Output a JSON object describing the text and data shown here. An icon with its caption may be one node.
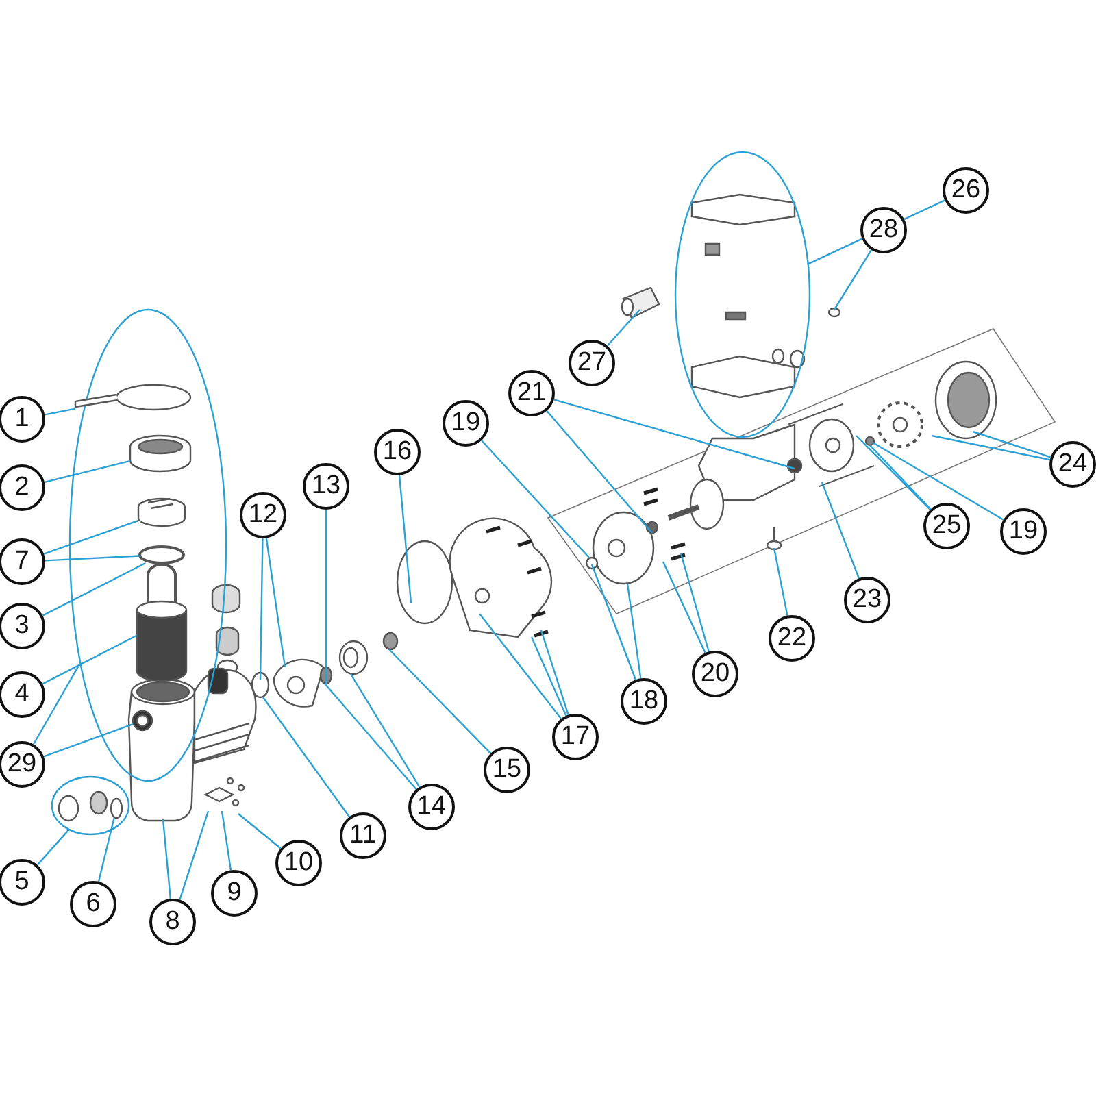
{
  "diagram": {
    "nodes": [
      {
        "text": [
          "1"
        ]
      },
      {
        "text": [
          "2"
        ]
      },
      {
        "text": [
          "7"
        ]
      },
      {
        "text": [
          "3"
        ]
      },
      {
        "text": [
          "4"
        ]
      },
      {
        "text": [
          "29"
        ]
      },
      {
        "text": [
          "5"
        ]
      },
      {
        "text": [
          "6"
        ]
      },
      {
        "text": [
          "8"
        ]
      },
      {
        "text": [
          "9"
        ]
      },
      {
        "text": [
          "10"
        ]
      },
      {
        "text": [
          "11"
        ]
      },
      {
        "text": [
          "12"
        ]
      },
      {
        "text": [
          "13"
        ]
      },
      {
        "text": [
          "14"
        ]
      },
      {
        "text": [
          "15"
        ]
      },
      {
        "text": [
          "16"
        ]
      },
      {
        "text": [
          "17"
        ]
      },
      {
        "text": [
          "18"
        ]
      },
      {
        "text": [
          "19"
        ]
      },
      {
        "text": [
          "20"
        ]
      },
      {
        "text": [
          "21"
        ]
      },
      {
        "text": [
          "22"
        ]
      },
      {
        "text": [
          "23"
        ]
      },
      {
        "text": [
          "24"
        ]
      },
      {
        "text": [
          "25"
        ]
      },
      {
        "text": [
          "19"
        ]
      },
      {
        "text": [
          "26"
        ]
      },
      {
        "text": [
          "27"
        ]
      },
      {
        "text": [
          "28"
        ]
      },
      {
        "text": [],
        "shape": "ellipse"
      },
      {
        "text": [],
        "shape": "ellipse"
      },
      {
        "text": [],
        "shape": "ellipse"
      },
      {
        "text": [],
        "shape": "ring",
        "in": 30
      },
      {
        "text": [],
        "shape": "ring",
        "in": 30
      },
      {
        "text": [],
        "shape": "lid",
        "in": 30
      },
      {
        "text": [],
        "shape": "ring",
        "in": 30
      },
      {
        "text": [],
        "shape": "basket",
        "in": 30
      },
      {
        "text": [],
        "shape": "ring",
        "in": 30
      },
      {
        "text": [],
        "shape": "ring",
        "in": 31
      }
    ],
    "edges": [
      {
        "from": 0,
        "to": 33,
        "arrow": "none"
      },
      {
        "from": 1,
        "to": 34,
        "arrow": "none"
      },
      {
        "from": 2,
        "to": 35,
        "arrow": "none"
      },
      {
        "from": 2,
        "to": 36,
        "arrow": "none"
      },
      {
        "from": 3,
        "to": 36,
        "arrow": "none"
      },
      {
        "from": 4,
        "to": 37,
        "arrow": "none"
      },
      {
        "from": 5,
        "to": 30,
        "arrow": "none"
      },
      {
        "from": 5,
        "to": 38,
        "arrow": "none"
      },
      {
        "from": 6,
        "to": 31,
        "arrow": "none"
      },
      {
        "from": 7,
        "to": 39,
        "arrow": "none"
      },
      {
        "from": 8,
        "to": null,
        "arrow": "none"
      },
      {
        "from": 8,
        "to": null,
        "arrow": "none"
      },
      {
        "from": 9,
        "to": null,
        "arrow": "none"
      },
      {
        "from": 10,
        "to": null,
        "arrow": "none"
      },
      {
        "from": 11,
        "to": null,
        "arrow": "none"
      },
      {
        "from": 12,
        "to": null,
        "arrow": "none"
      },
      {
        "from": 12,
        "to": null,
        "arrow": "none"
      },
      {
        "from": 13,
        "to": null,
        "arrow": "none"
      },
      {
        "from": 14,
        "to": null,
        "arrow": "none"
      },
      {
        "from": 14,
        "to": null,
        "arrow": "none"
      },
      {
        "from": 15,
        "to": null,
        "arrow": "none"
      },
      {
        "from": 16,
        "to": null,
        "arrow": "none"
      },
      {
        "from": 17,
        "to": null,
        "arrow": "none"
      },
      {
        "from": 17,
        "to": null,
        "arrow": "none"
      },
      {
        "from": 17,
        "to": null,
        "arrow": "none"
      },
      {
        "from": 18,
        "to": null,
        "arrow": "none"
      },
      {
        "from": 18,
        "to": null,
        "arrow": "none"
      },
      {
        "from": 19,
        "to": null,
        "arrow": "none"
      },
      {
        "from": 20,
        "to": null,
        "arrow": "none"
      },
      {
        "from": 20,
        "to": null,
        "arrow": "none"
      },
      {
        "from": 21,
        "to": null,
        "arrow": "none"
      },
      {
        "from": 21,
        "to": null,
        "arrow": "none"
      },
      {
        "from": 22,
        "to": null,
        "arrow": "none"
      },
      {
        "from": 23,
        "to": null,
        "arrow": "none"
      },
      {
        "from": 24,
        "to": null,
        "arrow": "none"
      },
      {
        "from": 24,
        "to": null,
        "arrow": "none"
      },
      {
        "from": 25,
        "to": null,
        "arrow": "none"
      },
      {
        "from": 25,
        "to": null,
        "arrow": "none"
      },
      {
        "from": 26,
        "to": null,
        "arrow": "none"
      },
      {
        "from": 27,
        "to": 32,
        "arrow": "none"
      },
      {
        "from": 28,
        "to": null,
        "arrow": "none"
      },
      {
        "from": 29,
        "to": null,
        "arrow": "none"
      }
    ]
  }
}
